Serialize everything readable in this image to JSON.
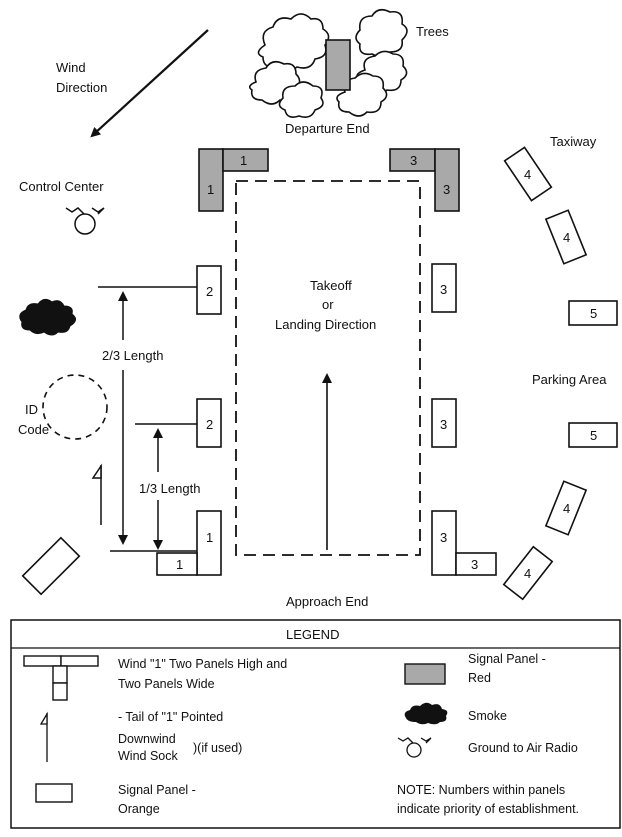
{
  "labels": {
    "trees": "Trees",
    "wind_line1": "Wind",
    "wind_line2": "Direction",
    "departure_end": "Departure End",
    "taxiway": "Taxiway",
    "control_center": "Control Center",
    "takeoff_line1": "Takeoff",
    "takeoff_line2": "or",
    "takeoff_line3": "Landing Direction",
    "two_thirds": "2/3 Length",
    "one_third": "1/3 Length",
    "id_line1": "ID",
    "id_line2": "Code",
    "parking": "Parking Area",
    "approach_end": "Approach End"
  },
  "panels": {
    "p1": "1",
    "p2": "2",
    "p3": "3",
    "p4": "4",
    "p5": "5"
  },
  "legend": {
    "title": "LEGEND",
    "wind_t_line1": "Wind \"1\" Two Panels High and",
    "wind_t_line2": "Two Panels Wide",
    "tail_line1": "- Tail of \"1\" Pointed",
    "tail_line2": "Downwind",
    "tail_line3": "Wind Sock",
    "tail_ifused": ")(if used)",
    "orange_line1": "Signal Panel -",
    "orange_line2": "Orange",
    "red_line1": "Signal Panel -",
    "red_line2": "Red",
    "smoke": "Smoke",
    "radio": "Ground to Air Radio",
    "note_line1": "NOTE: Numbers within panels",
    "note_line2": "indicate priority of establishment."
  },
  "colors": {
    "red_panel_fill": "#a9a9a9",
    "orange_panel_fill": "#ffffff",
    "smoke_fill": "#111111",
    "line": "#111111"
  }
}
